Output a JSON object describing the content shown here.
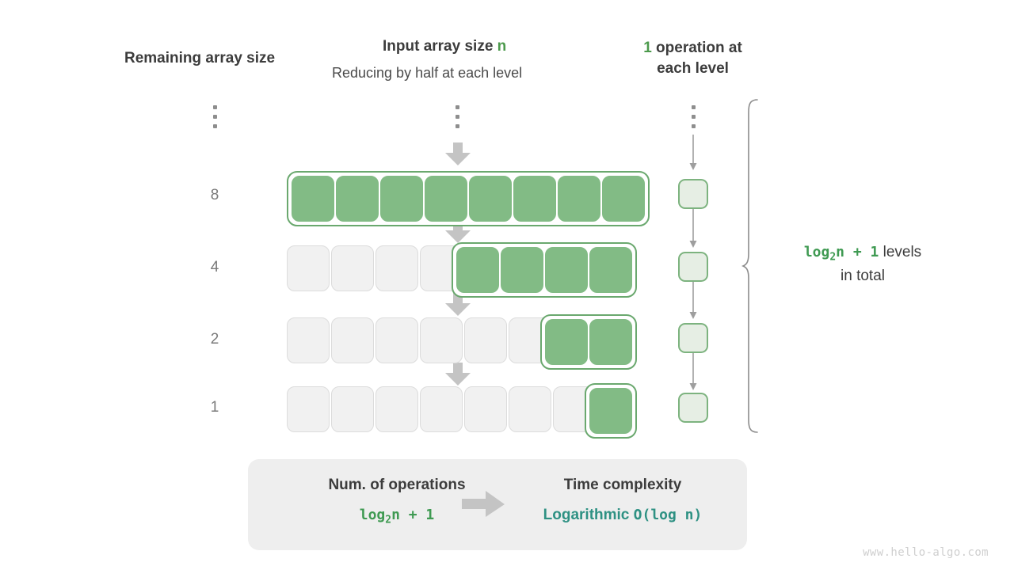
{
  "headers": {
    "left": "Remaining array size",
    "middle_main_prefix": "Input array size ",
    "middle_main_var": "n",
    "middle_sub": "Reducing by half at each level",
    "right_count": "1",
    "right_line1_rest": " operation at",
    "right_line2": "each level"
  },
  "rows": [
    {
      "label": "8",
      "total_cells": 8,
      "active_cells": 8
    },
    {
      "label": "4",
      "total_cells": 8,
      "active_cells": 4
    },
    {
      "label": "2",
      "total_cells": 8,
      "active_cells": 2
    },
    {
      "label": "1",
      "total_cells": 8,
      "active_cells": 1
    }
  ],
  "operations": {
    "box_count": 4,
    "per_level": "1"
  },
  "annotation": {
    "formula_main": "log",
    "formula_sub": "2",
    "formula_rest": "n + 1",
    "text_inline": " levels",
    "text_second_line": "in total"
  },
  "summary": {
    "left_title": "Num. of operations",
    "left_value_main": "log",
    "left_value_sub": "2",
    "left_value_rest": "n + 1",
    "arrow": "right-arrow-icon",
    "right_title": "Time complexity",
    "right_value_word": "Logarithmic",
    "right_value_code": "O(log n)"
  },
  "watermark": "www.hello-algo.com",
  "colors": {
    "green_fill": "#82bb85",
    "green_outline": "#6aa86e",
    "light_green_fill": "#e6eee4",
    "light_green_border": "#7db37f",
    "empty_fill": "#f1f1f1",
    "empty_border": "#dcdcdc",
    "arrow_gray": "#c4c4c4",
    "teal": "#2e9183",
    "accent_green_text": "#4c9a4c",
    "panel_bg": "#eeeeee"
  }
}
